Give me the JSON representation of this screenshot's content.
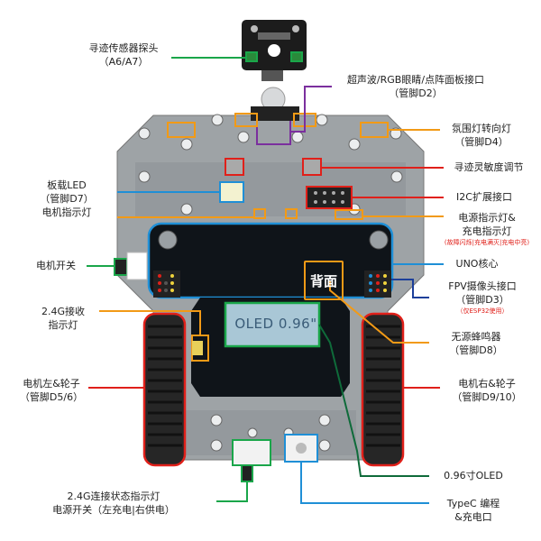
{
  "labels": {
    "track_sensor": "寻迹传感器探头",
    "track_sensor_pins": "（A6/A7）",
    "ultrasonic": "超声波/RGB眼睛/点阵面板接口",
    "ultrasonic_pin": "（管脚D2）",
    "ambient_light": "氛围灯转向灯",
    "ambient_light_pin": "（管脚D4）",
    "track_sensitivity": "寻迹灵敏度调节",
    "onboard_led": "板载LED",
    "onboard_led_pin": "（管脚D7）",
    "motor_indicator": "电机指示灯",
    "i2c": "I2C扩展接口",
    "power_indicator": "电源指示灯&",
    "charge_indicator": "充电指示灯",
    "charge_note": "(故障闪烁|充电满灭|充电中亮)",
    "motor_switch": "电机开关",
    "uno_core": "UNO核心",
    "fpv_camera": "FPV摄像头接口",
    "fpv_camera_pin": "（管脚D3）",
    "fpv_note": "（仅ESP32使用）",
    "rx_indicator_1": "2.4G接收",
    "rx_indicator_2": "指示灯",
    "buzzer": "无源蜂鸣器",
    "buzzer_pin": "（管脚D8）",
    "motor_left": "电机左&轮子",
    "motor_left_pins": "（管脚D5/6）",
    "motor_right": "电机右&轮子",
    "motor_right_pins": "（管脚D9/10）",
    "oled": "0.96寸OLED",
    "link_indicator": "2.4G连接状态指示灯",
    "power_switch": "电源开关（左充电|右供电）",
    "typec": "TypeC 编程",
    "typec_2": "&充电口",
    "back_side": "背面",
    "oled_screen": "OLED 0.96\""
  },
  "colors": {
    "green": "#1aa64a",
    "purple": "#7b2f9e",
    "orange": "#f29a16",
    "red": "#e0201a",
    "blue": "#1f8fd6",
    "navy": "#1c3f9a",
    "dark_green": "#0f6b3a"
  }
}
